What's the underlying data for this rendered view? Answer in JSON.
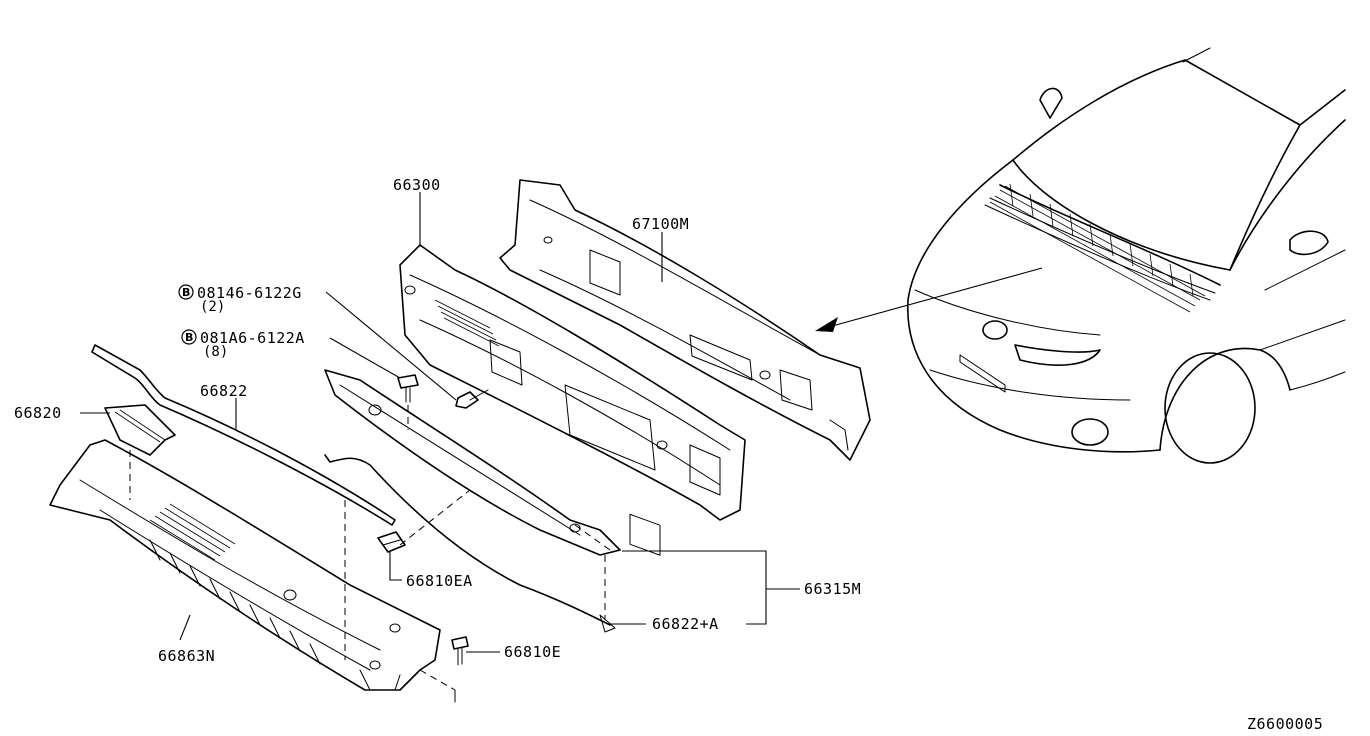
{
  "labels": {
    "p66300": "66300",
    "p67100m": "67100M",
    "bolt_a_code": "08146-6122G",
    "bolt_a_qty": "(2)",
    "bolt_b_code": "081A6-6122A",
    "bolt_b_qty": "(8)",
    "bolt_marker": "B",
    "p66822": "66822",
    "p66820": "66820",
    "p66810ea": "66810EA",
    "p66315m": "66315M",
    "p66822a": "66822+A",
    "p66863n": "66863N",
    "p66810e": "66810E",
    "diagram_code": "Z6600005"
  }
}
